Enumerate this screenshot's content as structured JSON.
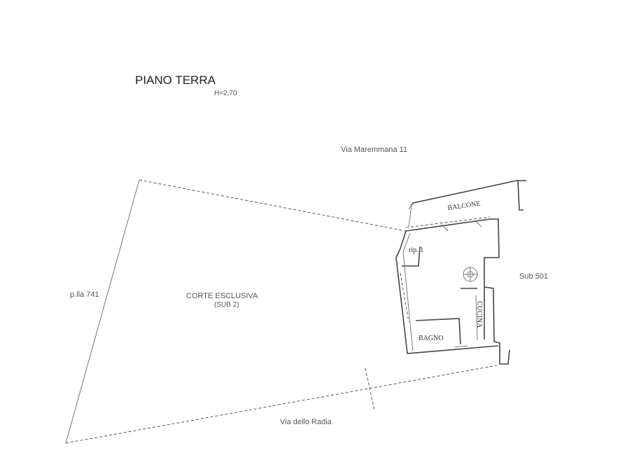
{
  "title": "PIANO TERRA",
  "height_note": "H=2,70",
  "street_top": "Via Maremmana 11",
  "street_bottom": "Via dello Radia",
  "parcel_left": "p.lla 741",
  "court_label": "CORTE ESCLUSIVA",
  "court_sub": "(SUB 2)",
  "neighbor": "Sub 501",
  "rooms": {
    "balcony": "BALCONE",
    "bath": "BAGNO",
    "kitchen": "CUCINA",
    "closet": "rip. 1"
  }
}
